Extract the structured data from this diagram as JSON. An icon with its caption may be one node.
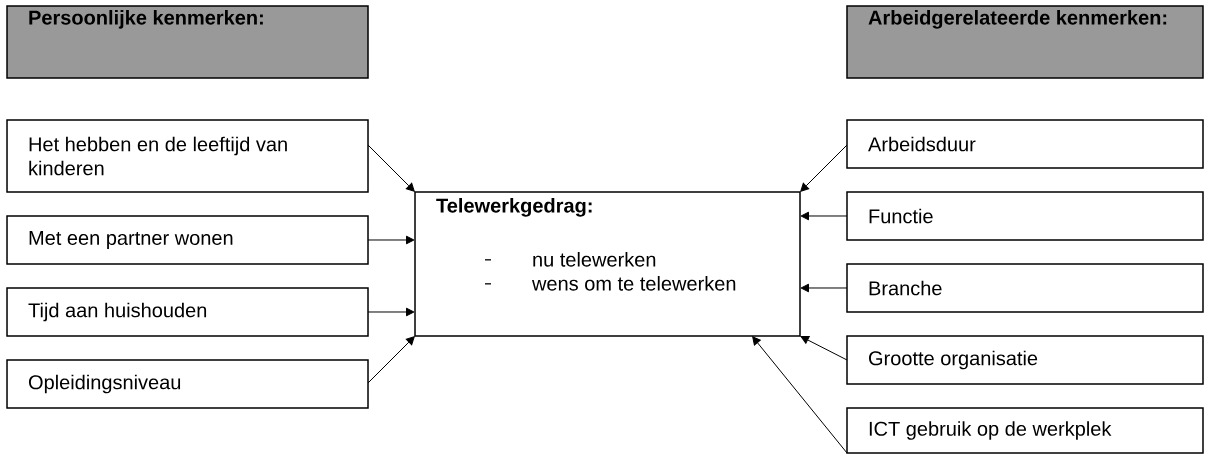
{
  "diagram": {
    "nodes": [
      {
        "text": [
          "Persoonlijke kenmerken:"
        ]
      },
      {
        "text": [
          "Arbeidgerelateerde kenmerken:"
        ]
      },
      {
        "text": [
          "Het hebben en de leeftijd van kinderen"
        ]
      },
      {
        "text": [
          "Met een partner wonen"
        ]
      },
      {
        "text": [
          "Tijd aan huishouden"
        ]
      },
      {
        "text": [
          "Opleidingsniveau"
        ]
      },
      {
        "text": [
          "Telewerkgedrag:",
          "nu telewerken",
          "wens om te telewerken"
        ]
      },
      {
        "text": [
          "Arbeidsduur"
        ]
      },
      {
        "text": [
          "Functie"
        ]
      },
      {
        "text": [
          "Branche"
        ]
      },
      {
        "text": [
          "Grootte organisatie"
        ]
      },
      {
        "text": [
          "ICT gebruik op de werkplek"
        ]
      }
    ],
    "edges": [
      {
        "from": 2,
        "to": 6,
        "arrow": "to"
      },
      {
        "from": 3,
        "to": 6,
        "arrow": "to"
      },
      {
        "from": 4,
        "to": 6,
        "arrow": "to"
      },
      {
        "from": 5,
        "to": 6,
        "arrow": "to"
      },
      {
        "from": 7,
        "to": 6,
        "arrow": "to"
      },
      {
        "from": 8,
        "to": 6,
        "arrow": "to"
      },
      {
        "from": 9,
        "to": 6,
        "arrow": "to"
      },
      {
        "from": 10,
        "to": 6,
        "arrow": "to"
      },
      {
        "from": 11,
        "to": 6,
        "arrow": "to"
      }
    ]
  }
}
